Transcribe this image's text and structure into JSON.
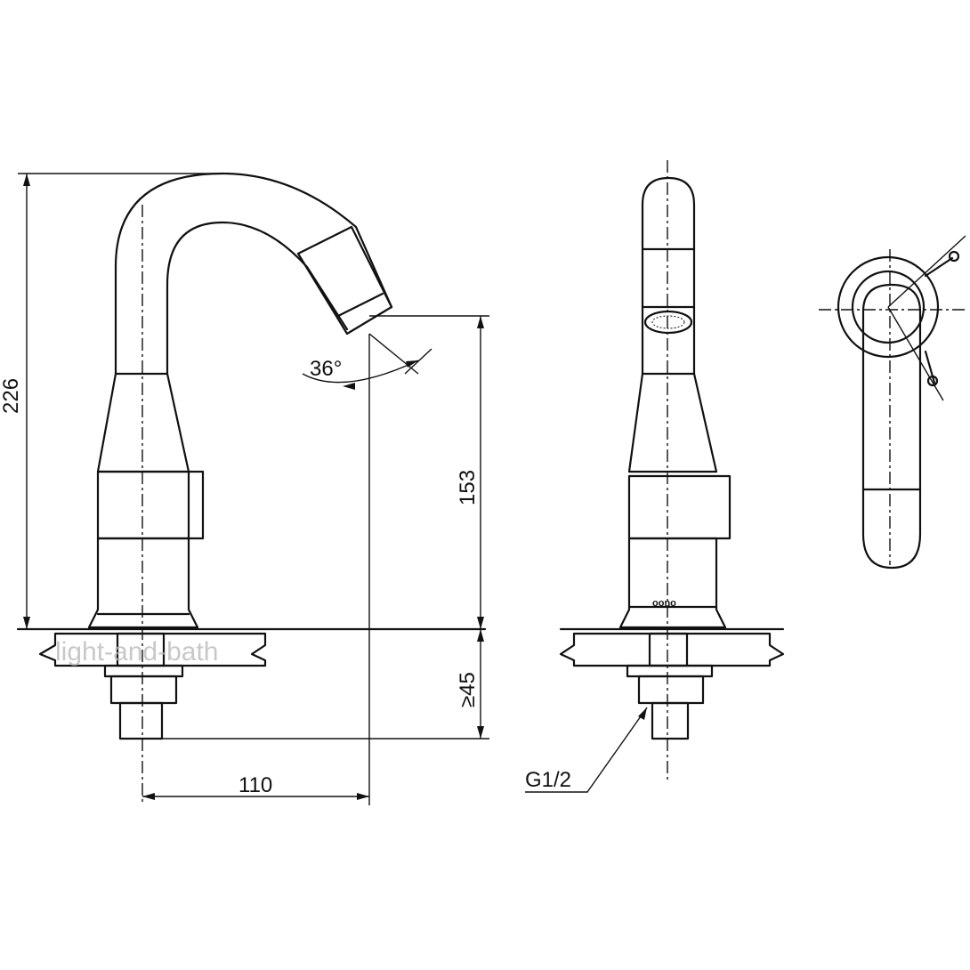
{
  "drawing": {
    "dimensions": {
      "total_height": "226",
      "spout_height": "153",
      "mount_depth": "≥45",
      "spout_reach": "110",
      "spout_angle": "36°",
      "thread": "G1/2"
    },
    "brand_mark": "oono",
    "watermark": "light-and-bath"
  }
}
